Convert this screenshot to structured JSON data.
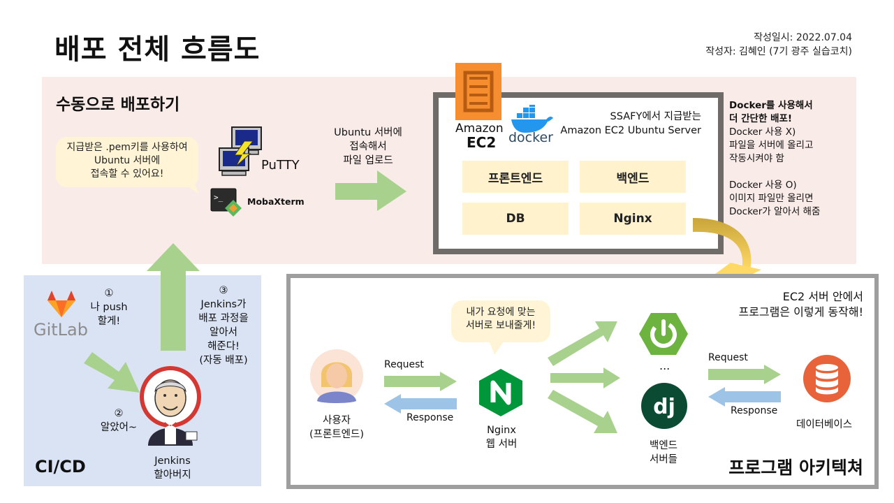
{
  "header": {
    "title": "배포 전체 흐름도",
    "date": "작성일시: 2022.07.04",
    "author": "작성자: 김혜인 (7기 광주 실습코치)"
  },
  "manual": {
    "title": "수동으로 배포하기",
    "bubble": [
      "지급받은 .pem키를 사용하여",
      "Ubuntu 서버에",
      "접속할 수 있어요!"
    ],
    "putty_label": "PuTTY",
    "mobaxterm_label": "MobaXterm",
    "arrow_text": [
      "Ubuntu 서버에",
      "접속해서",
      "파일 업로드"
    ]
  },
  "ec2": {
    "amazon_label": "Amazon",
    "ec2_label": "EC2",
    "docker_label": "docker",
    "server_text": [
      "SSAFY에서 지급받는",
      "Amazon EC2 Ubuntu Server"
    ],
    "boxes": [
      "프론트엔드",
      "백엔드",
      "DB",
      "Nginx"
    ]
  },
  "docker_note": {
    "heading": [
      "Docker를 사용해서",
      "더 간단한 배포!"
    ],
    "without": [
      "Docker 사용 X)",
      "파일을 서버에 올리고",
      "작동시켜야 함"
    ],
    "with": [
      "Docker 사용 O)",
      "이미지 파일만 올리면",
      "Docker가 알아서 해줌"
    ]
  },
  "cicd": {
    "title": "CI/CD",
    "gitlab_label": "GitLab",
    "step1": [
      "①",
      "나 push",
      "할게!"
    ],
    "step2": [
      "②",
      "알았어~"
    ],
    "step3": [
      "③",
      "Jenkins가",
      "배포 과정을",
      "알아서",
      "해준다!",
      "(자동 배포)"
    ],
    "jenkins_label": [
      "Jenkins",
      "할아버지"
    ]
  },
  "arch": {
    "title": "프로그램 아키텍쳐",
    "intro": [
      "EC2 서버 안에서",
      "프로그램은 이렇게 동작해!"
    ],
    "user_label": [
      "사용자",
      "(프론트엔드)"
    ],
    "request_label": "Request",
    "response_label": "Response",
    "nginx_bubble": [
      "내가 요청에 맞는",
      "서버로 보내줄게!"
    ],
    "nginx_label": [
      "Nginx",
      "웹 서버"
    ],
    "ellipsis": "...",
    "backend_label": [
      "백엔드",
      "서버들"
    ],
    "request2_label": "Request",
    "response2_label": "Response",
    "db_label": "데이터베이스",
    "django_letter": "dj"
  },
  "colors": {
    "green_arrow": "#a9d18e",
    "blue_arrow": "#9dc3e6",
    "gold_arrow": "#ffd966",
    "aws_orange": "#f68d2e",
    "docker_blue": "#2396ed",
    "spring_green": "#6db33f",
    "nginx_green": "#009639",
    "django_green": "#0c4b33",
    "db_orange": "#e8623a",
    "gitlab_orange": "#e2432a"
  }
}
